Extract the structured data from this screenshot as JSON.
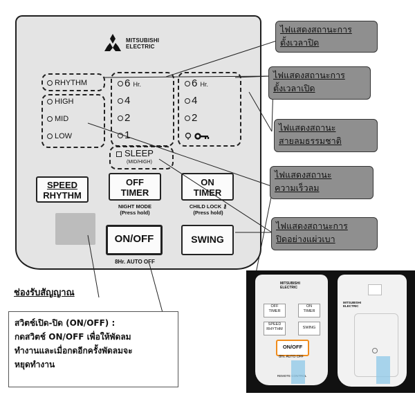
{
  "brand": {
    "line1": "MITSUBISHI",
    "line2": "ELECTRIC"
  },
  "indicators": {
    "rhythm": "RHYTHM",
    "speed": [
      "HIGH",
      "MID",
      "LOW"
    ],
    "off_timer": [
      "6",
      "4",
      "2",
      "1"
    ],
    "on_timer": [
      "6",
      "4",
      "2"
    ],
    "hr_unit": "Hr.",
    "sleep": "SLEEP",
    "sleep_sub": "(MID/HIGH)"
  },
  "buttons": {
    "speed_rhythm": [
      "SPEED",
      "RHYTHM"
    ],
    "off_timer": [
      "OFF",
      "TIMER"
    ],
    "on_timer": [
      "ON",
      "TIMER"
    ],
    "on_off": "ON/OFF",
    "swing": "SWING"
  },
  "captions": {
    "night_mode": "NIGHT MODE",
    "night_mode_hold": "(Press hold)",
    "child_lock": "CHILD LOCK",
    "child_lock_hold": "(Press hold)",
    "auto_off": "8Hr. AUTO OFF"
  },
  "callouts": [
    {
      "lines": [
        "ไฟแสดงสถานะการ",
        "ตั้งเวลาปิด"
      ]
    },
    {
      "lines": [
        "ไฟแสดงสถานะการ",
        "ตั้งเวลาเปิด"
      ]
    },
    {
      "lines": [
        "ไฟแสดงสถานะ",
        "สายลมธรรมชาติ"
      ]
    },
    {
      "lines": [
        "ไฟแสดงสถานะ",
        "ความเร็วลม"
      ]
    },
    {
      "lines": [
        "ไฟแสดงสถานะการ",
        "ปิดอย่างแผ่วเบา"
      ]
    }
  ],
  "receiver_label": "ช่องรับสัญญาณ",
  "description": {
    "title": "สวิตช์เปิด-ปิด (ON/OFF) :",
    "lines": [
      "กดสวิตช์ ON/OFF เพื่อให้พัดลม",
      "ทำงานและเมื่อกดอีกครั้งพัดลมจะ",
      "หยุดทำงาน"
    ]
  },
  "photo": {
    "front_brand": [
      "MITSUBISHI",
      "ELECTRIC"
    ],
    "front_buttons": [
      [
        "OFF",
        "TIMER"
      ],
      [
        "ON",
        "TIMER"
      ],
      [
        "SPEED",
        "RHYTHM"
      ],
      [
        "SWING"
      ]
    ],
    "front_onoff": "ON/OFF",
    "front_auto_off": "8Hr. AUTO OFF",
    "front_footer": "REMOTE CONTROL",
    "back_brand": [
      "MITSUBISHI",
      "ELECTRIC"
    ]
  }
}
